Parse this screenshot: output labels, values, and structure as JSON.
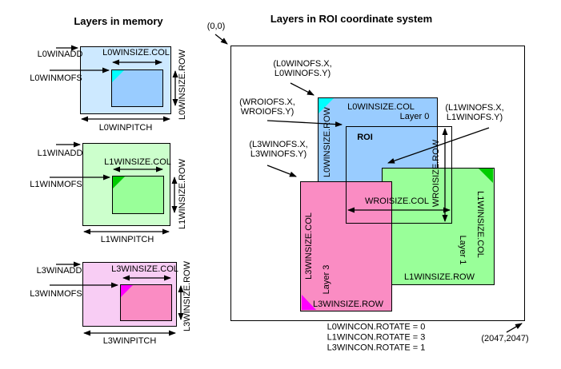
{
  "titles": {
    "memory": "Layers in memory",
    "roi": "Layers in ROI coordinate system"
  },
  "colors": {
    "blue": "#99CCFF",
    "blue_light": "#CDE9FF",
    "cyan": "#00FFFF",
    "green": "#99FF99",
    "green_light": "#CCFFCC",
    "green_dark": "#00CC00",
    "pink": "#FA8CC3",
    "pink_light": "#F8CDF4",
    "magenta": "#FF00FF"
  },
  "memory_blocks": [
    {
      "id": "L0",
      "winadd": "L0WINADD",
      "winmofs": "L0WINMOFS",
      "winsize_col": "L0WINSIZE.COL",
      "winsize_row": "L0WINSIZE.ROW",
      "winpitch": "L0WINPITCH"
    },
    {
      "id": "L1",
      "winadd": "L1WINADD",
      "winmofs": "L1WINMOFS",
      "winsize_col": "L1WINSIZE.COL",
      "winsize_row": "L1WINSIZE.ROW",
      "winpitch": "L1WINPITCH"
    },
    {
      "id": "L3",
      "winadd": "L3WINADD",
      "winmofs": "L3WINMOFS",
      "winsize_col": "L3WINSIZE.COL",
      "winsize_row": "L3WINSIZE.ROW",
      "winpitch": "L3WINPITCH"
    }
  ],
  "roi_panel": {
    "origin": "(0,0)",
    "corner": "(2047,2047)",
    "roi_label": "ROI",
    "wroisize_col": "WROISIZE.COL",
    "wroisize_row": "WROISIZE.ROW",
    "offsets": {
      "l0": {
        "line1": "(L0WINOFS.X,",
        "line2": "L0WINOFS.Y)"
      },
      "wroi": {
        "line1": "(WROIOFS.X,",
        "line2": "WROIOFS.Y)"
      },
      "l1": {
        "line1": "(L1WINOFS.X,",
        "line2": "L1WINOFS.Y)"
      },
      "l3": {
        "line1": "(L3WINOFS.X,",
        "line2": "L3WINOFS.Y)"
      }
    },
    "layers": {
      "l0": {
        "label": "Layer 0",
        "size_col": "L0WINSIZE.COL",
        "size_row": "L0WINSIZE.ROW"
      },
      "l1": {
        "label": "Layer 1",
        "size_col": "L1WINSIZE.COL",
        "size_row": "L1WINSIZE.ROW"
      },
      "l3": {
        "label": "Layer 3",
        "size_col": "L3WINSIZE.COL",
        "size_row": "L3WINSIZE.ROW"
      }
    },
    "rotate_notes": [
      "L0WINCON.ROTATE = 0",
      "L1WINCON.ROTATE = 3",
      "L3WINCON.ROTATE = 1"
    ]
  }
}
